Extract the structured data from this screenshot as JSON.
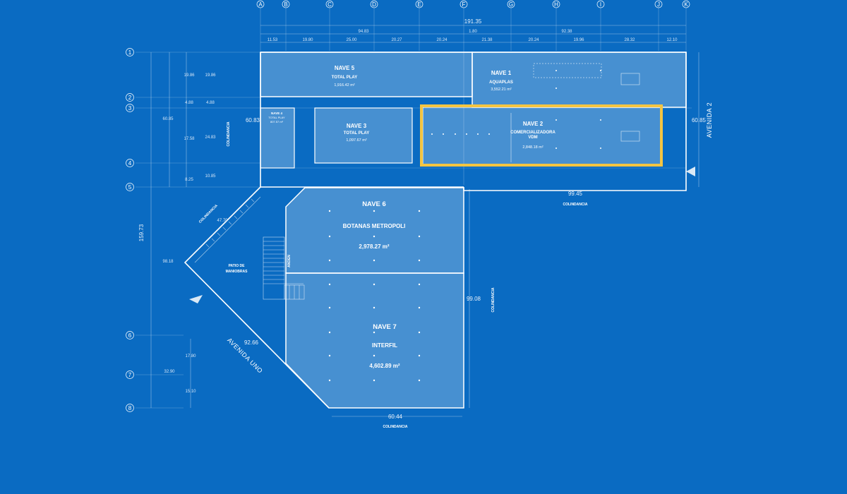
{
  "grid": {
    "columns": [
      "A",
      "B",
      "C",
      "D",
      "E",
      "F",
      "G",
      "H",
      "I",
      "J",
      "K"
    ],
    "rows": [
      "1",
      "2",
      "3",
      "4",
      "5",
      "6",
      "7",
      "8"
    ]
  },
  "naves": {
    "nave5": {
      "title": "NAVE 5",
      "tenant": "TOTAL PLAY",
      "area": "1,916.42 m²"
    },
    "nave1": {
      "title": "NAVE 1",
      "tenant": "AQUAPLAS",
      "area": "3,552.21 m²"
    },
    "nave4": {
      "title": "NAVE 4",
      "tenant": "TOTAL PLAY",
      "area": "807.57 m²"
    },
    "nave3": {
      "title": "NAVE 3",
      "tenant": "TOTAL PLAY",
      "area": "1,097.67 m²"
    },
    "nave2": {
      "title": "NAVE 2",
      "tenant": "COMERCIALIZADORA",
      "tenant2": "VDM",
      "area": "2,848.18 m²"
    },
    "nave6": {
      "title": "NAVE 6",
      "tenant": "BOTANAS METROPOLI",
      "area": "2,978.27 m²"
    },
    "nave7": {
      "title": "NAVE 7",
      "tenant": "INTERFIL",
      "area": "4,602.89 m²"
    }
  },
  "patio": {
    "line1": "PATIO DE",
    "line2": "MANIOBRAS"
  },
  "anden": "ANDEN",
  "streets": {
    "avenida2": "AVENIDA 2",
    "avenida_uno": "AVENIDA UNO"
  },
  "colindancia": "COLINDANCIA",
  "dims": {
    "top_total": "191.35",
    "top_left": "94.83",
    "top_mid": "1.80",
    "top_right": "92.38",
    "top_segments": [
      "11.53",
      "19.80",
      "25.00",
      "20.27",
      "20.24",
      "21.38",
      "20.24",
      "19.96",
      "28.32",
      "12.10"
    ],
    "left_total": "159.73",
    "left_upper": "60.85",
    "left_lower": "98.18",
    "inner_60_83": "60.83",
    "right_60_85": "60.85",
    "bottom_99_45": "99.45",
    "diag_47_70": "47.70",
    "diag_92_66": "92.66",
    "v_99_08": "99.08",
    "bottom_60_44": "60.44",
    "row_dims_a": [
      "19.86",
      "4.88",
      "17.58",
      "8.25"
    ],
    "row_dims_b": [
      "19.86",
      "4.88",
      "24.83",
      "10.85"
    ],
    "row_dims_c": [
      "17.80",
      "32.90",
      "15.10"
    ]
  }
}
